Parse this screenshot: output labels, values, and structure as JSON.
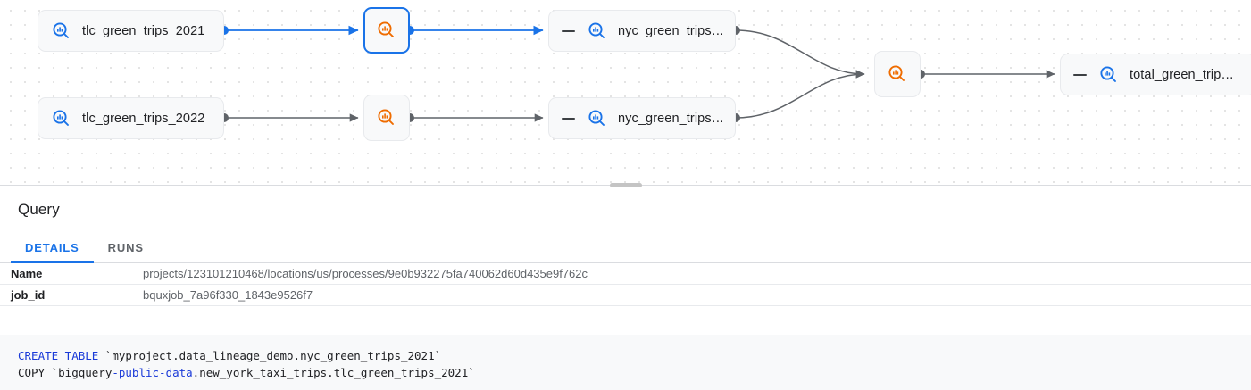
{
  "graph": {
    "nodes": [
      {
        "id": "tlc2021",
        "type": "table",
        "label": "tlc_green_trips_2021",
        "icon": "table-search-icon",
        "selected": false,
        "collapsible": false
      },
      {
        "id": "tlc2022",
        "type": "table",
        "label": "tlc_green_trips_2022",
        "icon": "table-search-icon",
        "selected": false,
        "collapsible": false
      },
      {
        "id": "proc1",
        "type": "process",
        "label": "",
        "icon": "process-search-icon",
        "selected": true,
        "collapsible": false
      },
      {
        "id": "proc2",
        "type": "process",
        "label": "",
        "icon": "process-search-icon",
        "selected": false,
        "collapsible": false
      },
      {
        "id": "nyc1",
        "type": "table",
        "label": "nyc_green_trips…",
        "icon": "table-search-icon",
        "selected": false,
        "collapsible": true
      },
      {
        "id": "nyc2",
        "type": "table",
        "label": "nyc_green_trips…",
        "icon": "table-search-icon",
        "selected": false,
        "collapsible": true
      },
      {
        "id": "proc3",
        "type": "process",
        "label": "",
        "icon": "process-search-icon",
        "selected": false,
        "collapsible": false
      },
      {
        "id": "total",
        "type": "table",
        "label": "total_green_trip…",
        "icon": "table-search-icon",
        "selected": false,
        "collapsible": true
      }
    ],
    "colors": {
      "highlight": "#1a73e8",
      "edge": "#5f6368",
      "table_icon": "#1a73e8",
      "process_icon": "#ef6c00",
      "node_bg": "#f8f9fa"
    }
  },
  "panel": {
    "title": "Query",
    "tabs": [
      {
        "id": "details",
        "label": "DETAILS",
        "active": true
      },
      {
        "id": "runs",
        "label": "RUNS",
        "active": false
      }
    ],
    "properties": [
      {
        "key": "Name",
        "value": "projects/123101210468/locations/us/processes/9e0b932275fa740062d60d435e9f762c"
      },
      {
        "key": "job_id",
        "value": "bquxjob_7a96f330_1843e9526f7"
      }
    ],
    "code": {
      "line1_kw": "CREATE TABLE",
      "line1_rest": " `myproject.data_lineage_demo.nyc_green_trips_2021`",
      "line2_pre": "COPY `bigquery",
      "line2_kw": "-public-data",
      "line2_rest": ".new_york_taxi_trips.tlc_green_trips_2021`"
    }
  }
}
